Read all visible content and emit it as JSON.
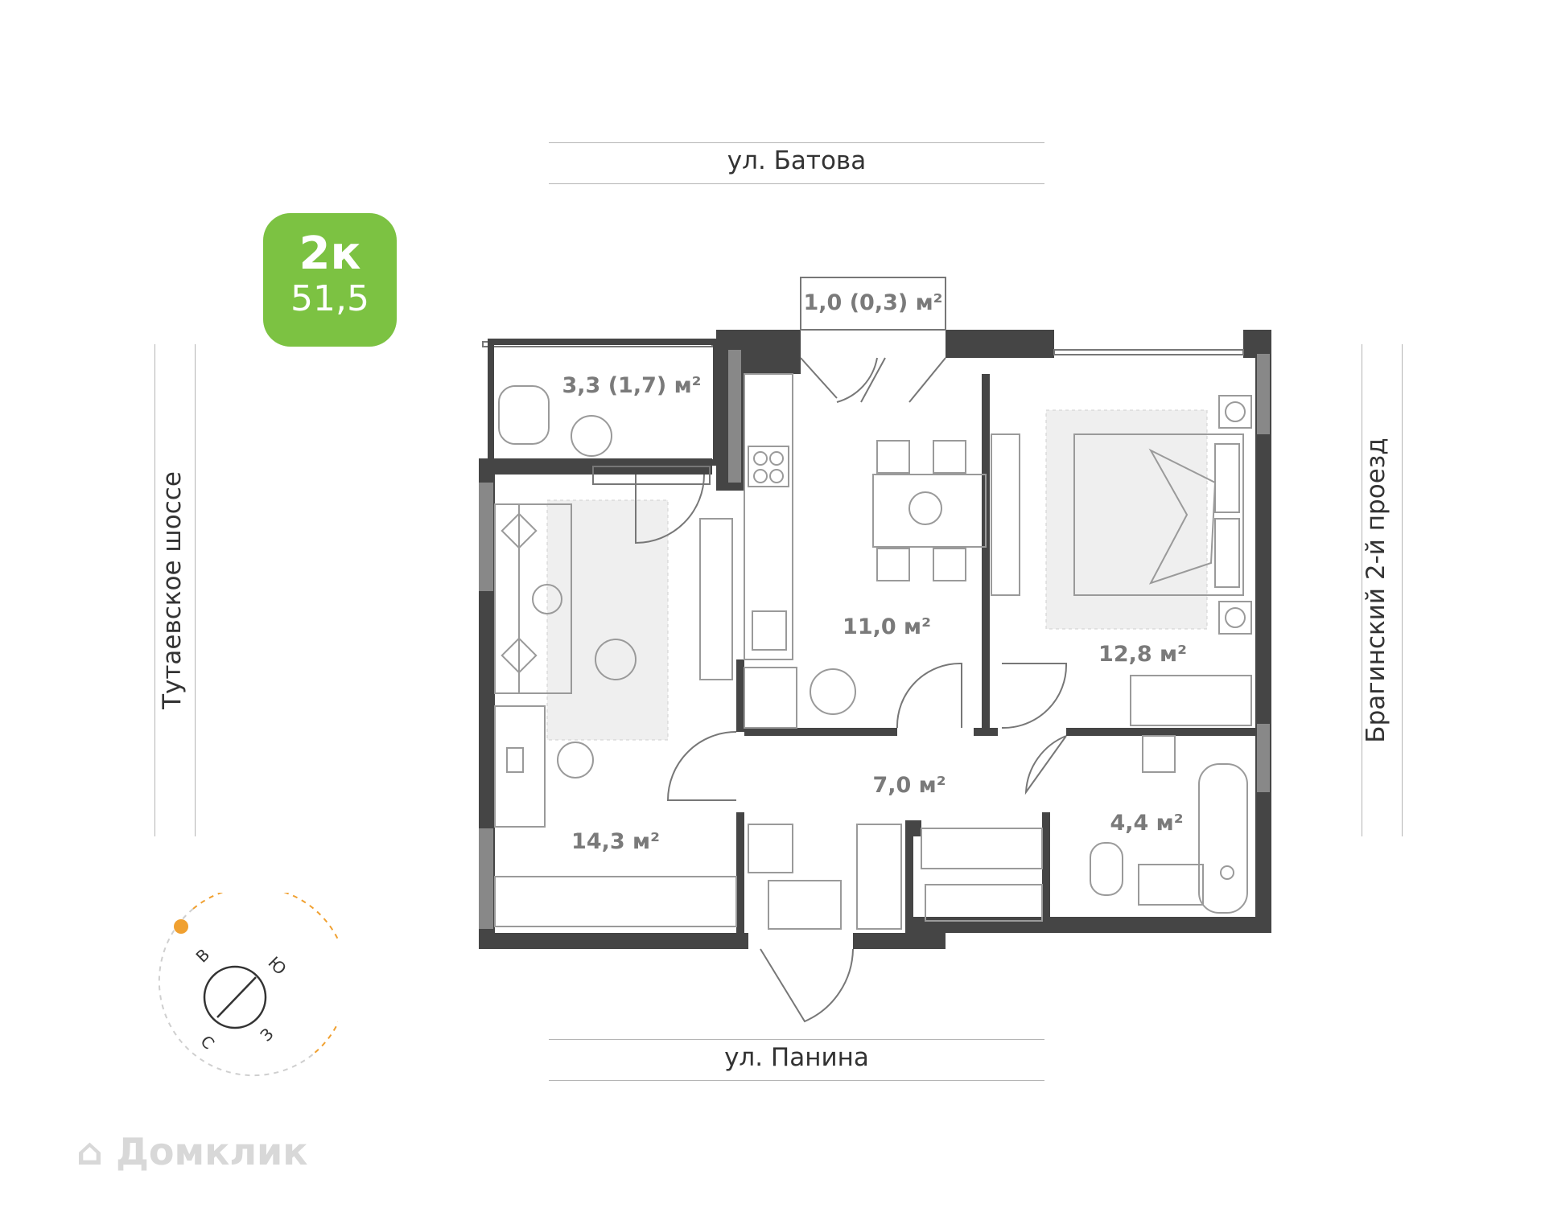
{
  "apartment": {
    "rooms_label": "2к",
    "total_area": "51,5",
    "badge_color": "#7cc242"
  },
  "streets": {
    "top": "ул. Батова",
    "bottom": "ул. Панина",
    "left": "Тутаевское шоссе",
    "right": "Брагинский 2-й проезд"
  },
  "rooms": {
    "balcony_top": "1,0 (0,3) м²",
    "loggia": "3,3 (1,7) м²",
    "kitchen": "11,0 м²",
    "bedroom": "12,8 м²",
    "living": "14,3 м²",
    "hall": "7,0 м²",
    "bathroom": "4,4 м²"
  },
  "compass": {
    "north": "С",
    "east": "В",
    "south": "Ю",
    "west": "З",
    "sun_icon": "sun-icon"
  },
  "watermark": {
    "text": "Домклик"
  },
  "colors": {
    "wall": "#454545",
    "furniture": "#9a9a9a",
    "rug": "#efefef",
    "compass_arc": "#f0a030"
  }
}
